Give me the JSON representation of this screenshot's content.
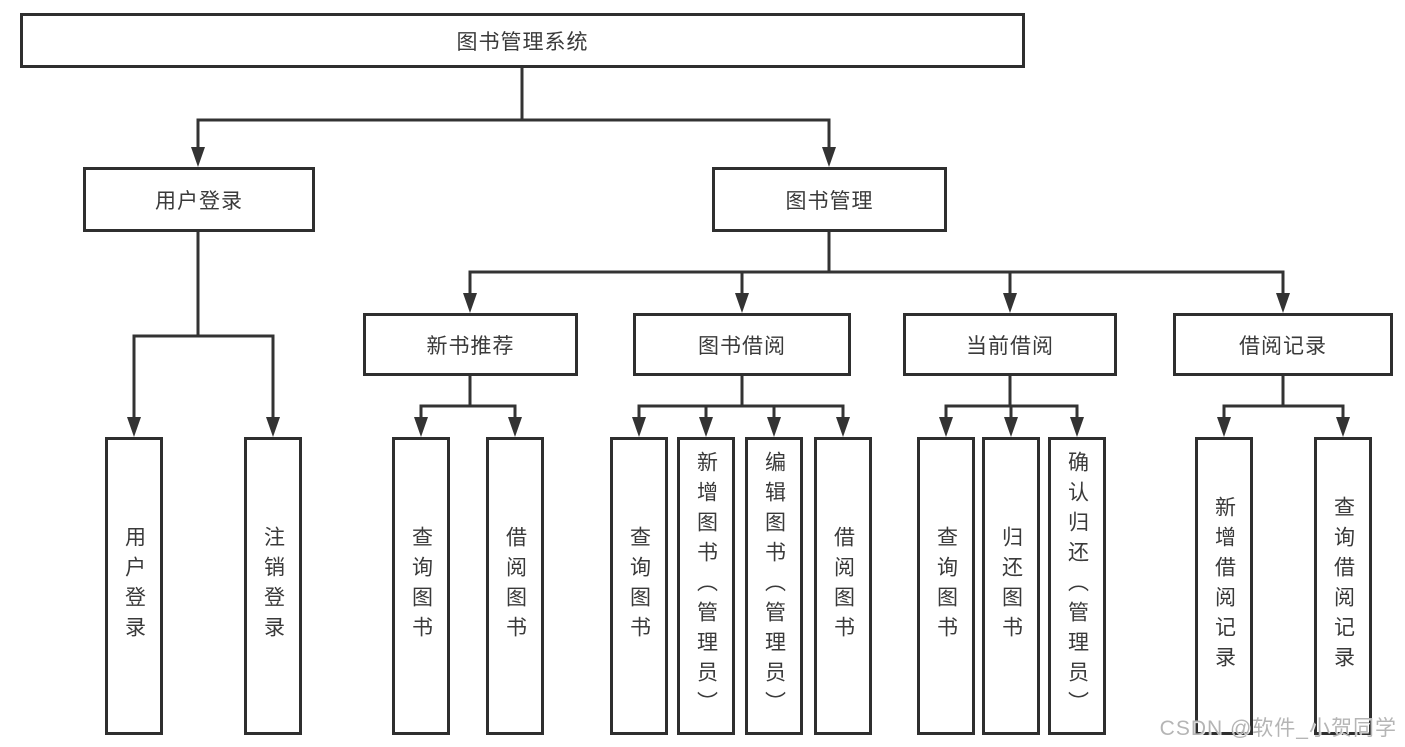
{
  "colors": {
    "line": "#333333",
    "box_border": "#2f2f2f",
    "box_fill": "#ffffff",
    "text": "#3a3a3a",
    "watermark": "#b5b5b5",
    "background": "#ffffff"
  },
  "diagram": {
    "root": {
      "label": "图书管理系统"
    },
    "user_login": {
      "label": "用户登录",
      "children": [
        {
          "label": "用户登录"
        },
        {
          "label": "注销登录"
        }
      ]
    },
    "book_mgmt": {
      "label": "图书管理",
      "sections": [
        {
          "label": "新书推荐",
          "children": [
            {
              "label": "查询图书"
            },
            {
              "label": "借阅图书"
            }
          ]
        },
        {
          "label": "图书借阅",
          "children": [
            {
              "label": "查询图书"
            },
            {
              "label": "新增图书（管理员）"
            },
            {
              "label": "编辑图书（管理员）"
            },
            {
              "label": "借阅图书"
            }
          ]
        },
        {
          "label": "当前借阅",
          "children": [
            {
              "label": "查询图书"
            },
            {
              "label": "归还图书"
            },
            {
              "label": "确认归还（管理员）"
            }
          ]
        },
        {
          "label": "借阅记录",
          "children": [
            {
              "label": "新增借阅记录"
            },
            {
              "label": "查询借阅记录"
            }
          ]
        }
      ]
    }
  },
  "watermark": {
    "label": "CSDN @软件_小贺同学"
  }
}
